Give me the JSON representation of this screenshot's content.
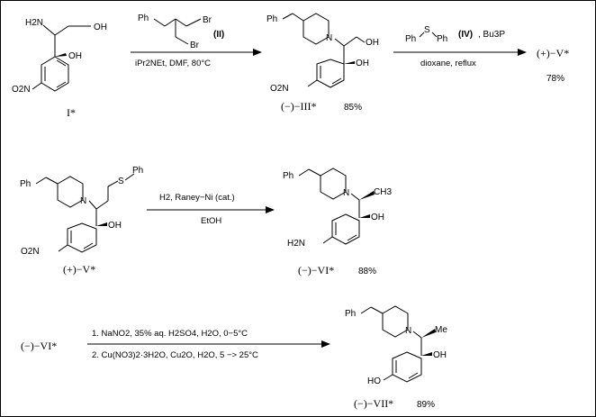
{
  "row1": {
    "cmpd_I": {
      "NH2": "H2N",
      "OH1": "OH",
      "OH2": "OH",
      "NO2": "O2N",
      "label": "I*"
    },
    "reagent_II": {
      "Ph": "Ph",
      "Br1": "Br",
      "Br2": "Br",
      "numeral": "(II)"
    },
    "arrow1_below": "iPr2NEt, DMF, 80°C",
    "cmpd_III": {
      "Ph": "Ph",
      "N": "N",
      "OH1": "OH",
      "OH2": "OH",
      "NO2": "O2N",
      "label": "(−)−III*",
      "yield": "85%"
    },
    "reagent_IV": {
      "Ph1": "Ph",
      "S": "S",
      "Ph2": "Ph",
      "numeral": "(IV)",
      "extra": ", Bu3P"
    },
    "arrow2_below": "dioxane, reflux",
    "product_V": "(+)−V*",
    "product_V_yield": "78%"
  },
  "row2": {
    "cmpd_V": {
      "Ph": "Ph",
      "N": "N",
      "S": "S",
      "Ph2": "Ph",
      "OH": "OH",
      "NO2": "O2N",
      "label": "(+)−V*"
    },
    "arrow_above": "H2, Raney−Ni (cat.)",
    "arrow_below": "EtOH",
    "cmpd_VI": {
      "Ph": "Ph",
      "N": "N",
      "CH3": "CH3",
      "OH": "OH",
      "NH2": "H2N",
      "label": "(−)−VI*",
      "yield": "88%"
    }
  },
  "row3": {
    "start": "(−)−VI*",
    "step1": "1. NaNO2, 35% aq. H2SO4, H2O, 0−5°C",
    "step2": "2. Cu(NO3)2·3H2O, Cu2O, H2O, 5 −> 25°C",
    "cmpd_VII": {
      "Ph": "Ph",
      "N": "N",
      "Me": "Me",
      "OH1": "OH",
      "OH2": "HO",
      "label": "(−)−VII*",
      "yield": "89%"
    }
  }
}
